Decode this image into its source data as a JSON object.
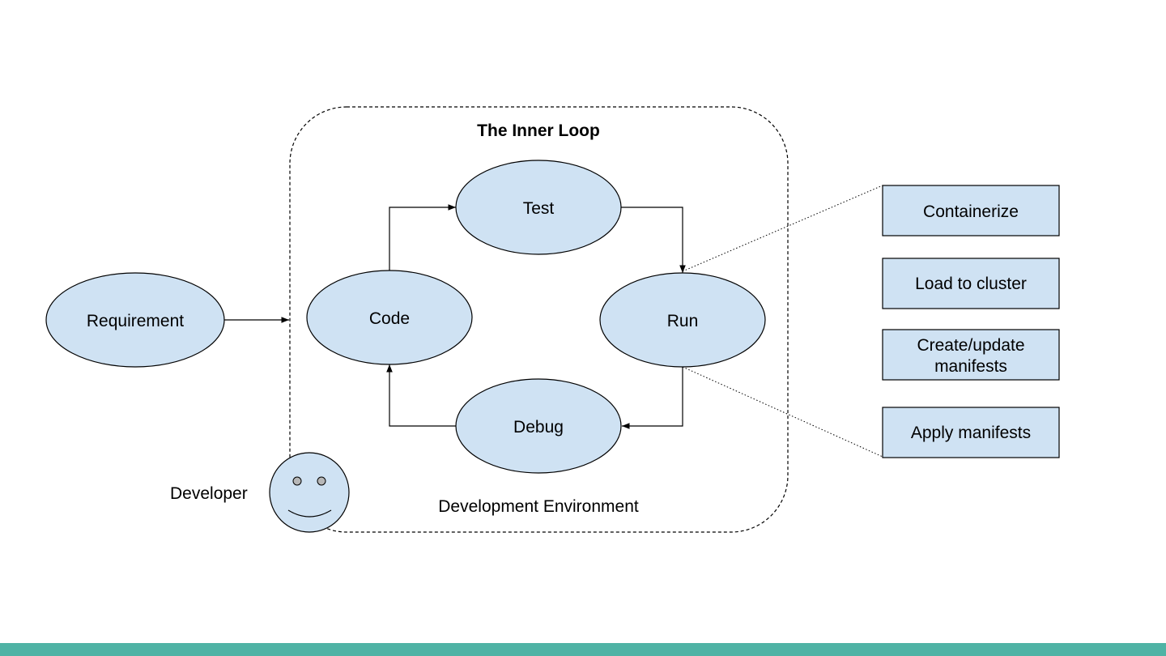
{
  "colors": {
    "node_fill": "#cfe2f3",
    "stroke": "#000000",
    "footer": "#4fb3a5"
  },
  "container": {
    "title": "The Inner Loop",
    "caption": "Development Environment"
  },
  "nodes": {
    "requirement": "Requirement",
    "code": "Code",
    "test": "Test",
    "run": "Run",
    "debug": "Debug"
  },
  "steps": {
    "containerize": "Containerize",
    "load": "Load to cluster",
    "create_line1": "Create/update",
    "create_line2": "manifests",
    "apply": "Apply manifests"
  },
  "actor": {
    "label": "Developer",
    "icon": "smiley-face-icon"
  }
}
